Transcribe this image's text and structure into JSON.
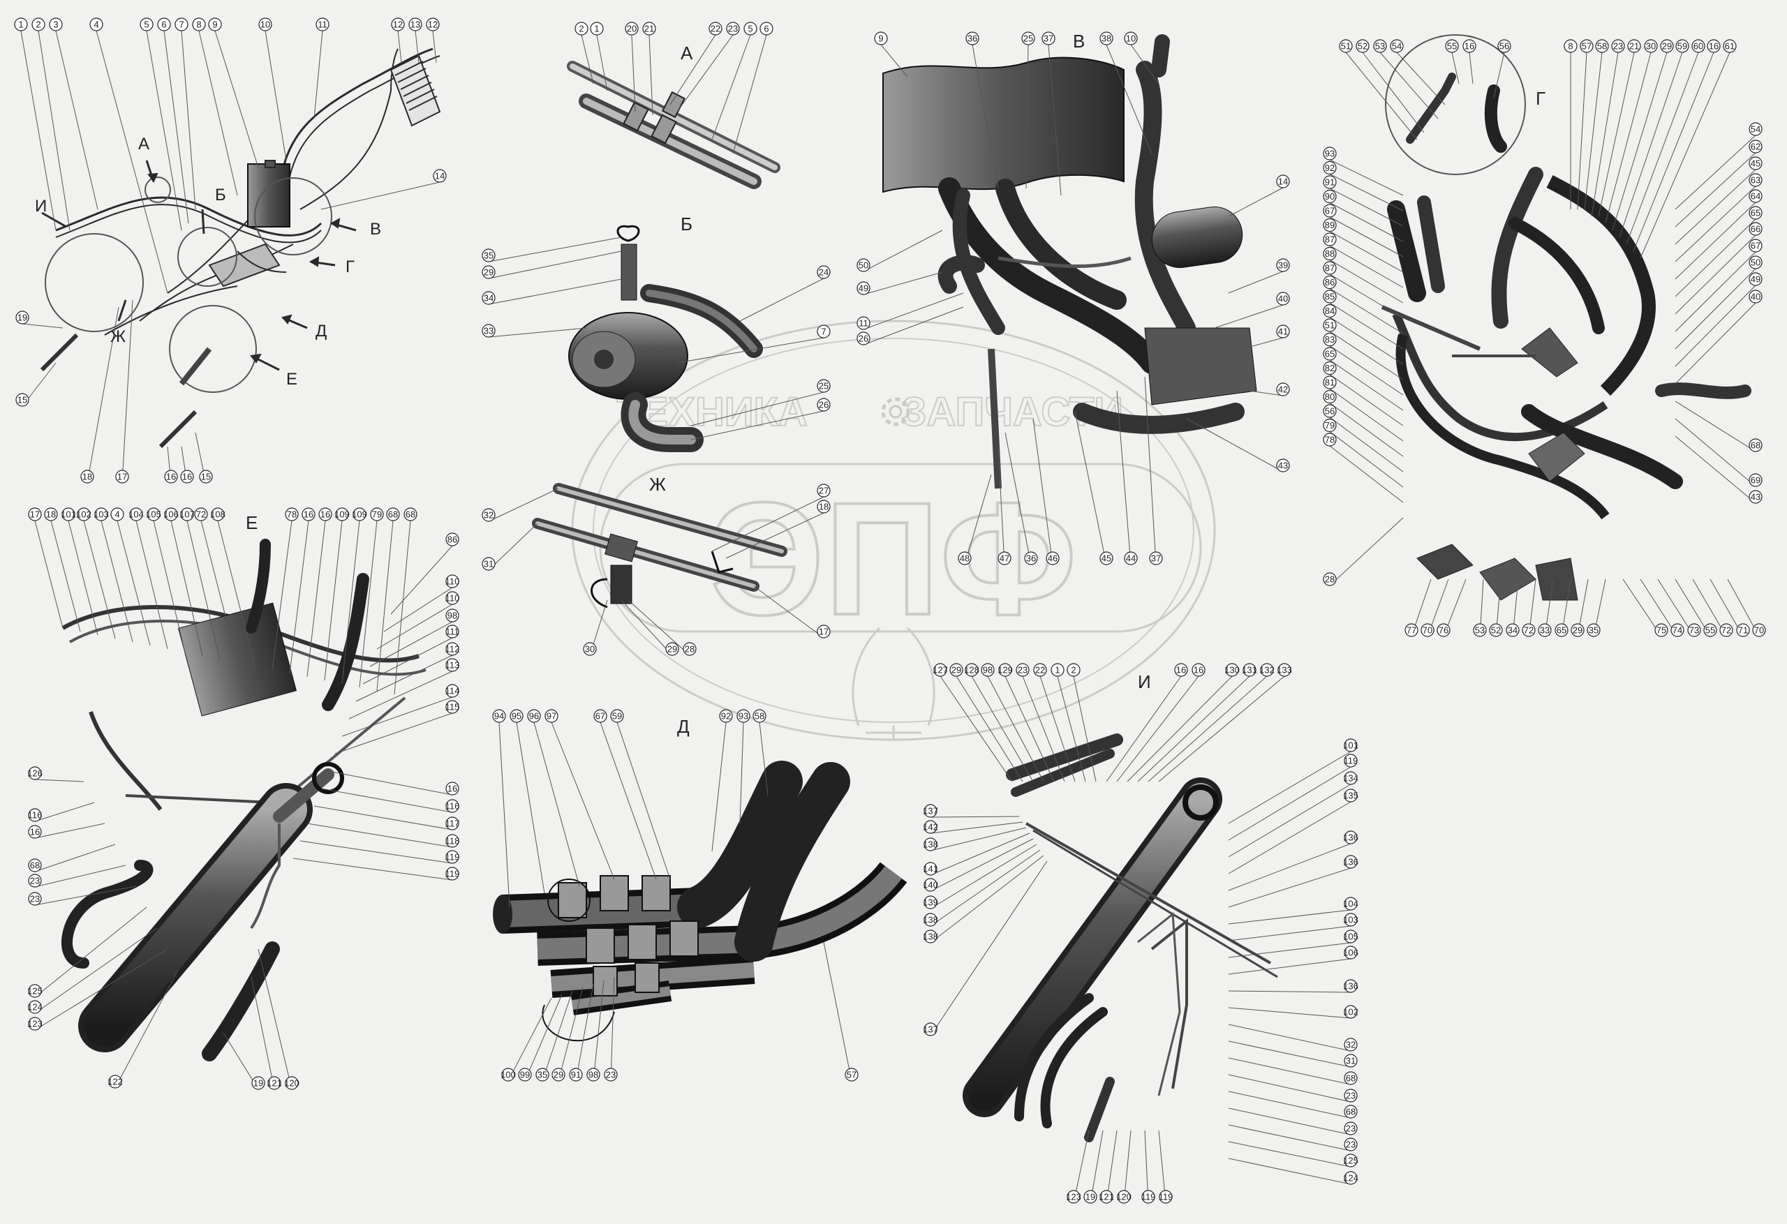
{
  "watermark": {
    "left_text": "ТЕХНИКА",
    "right_text": "ЗАПЧАСТИ",
    "logo": "ЭПФ",
    "logo_icon": "gear-icon",
    "color": "#c5c8c4"
  },
  "section_labels": [
    "А",
    "Б",
    "В",
    "Г",
    "Д",
    "Е",
    "Ж",
    "И"
  ],
  "overview": {
    "top_numbers": [
      "1",
      "2",
      "3",
      "4",
      "5",
      "6",
      "7",
      "8",
      "9",
      "10",
      "11",
      "12",
      "13",
      "12"
    ],
    "side_numbers": [
      "14",
      "19",
      "15",
      "18",
      "17",
      "16",
      "16",
      "15"
    ],
    "pointers": [
      "А",
      "Б",
      "В",
      "Г",
      "Д",
      "Е",
      "И",
      "Ж"
    ]
  },
  "view_a": {
    "numbers": [
      "2",
      "1",
      "20",
      "21",
      "22",
      "23",
      "5",
      "6"
    ]
  },
  "view_b": {
    "numbers": [
      "35",
      "29",
      "34",
      "33",
      "24",
      "7",
      "25",
      "26"
    ]
  },
  "view_v": {
    "numbers": [
      "9",
      "36",
      "25",
      "37",
      "38",
      "10",
      "14",
      "39",
      "40",
      "41",
      "42",
      "43",
      "50",
      "49",
      "11",
      "26",
      "48",
      "47",
      "36",
      "46",
      "45",
      "44",
      "37"
    ]
  },
  "view_g": {
    "top_numbers": [
      "51",
      "52",
      "53",
      "54",
      "55",
      "16",
      "56",
      "8",
      "57",
      "58",
      "23",
      "21",
      "30",
      "29",
      "59",
      "60",
      "16",
      "61"
    ],
    "left_numbers": [
      "93",
      "92",
      "91",
      "90",
      "67",
      "89",
      "87",
      "88",
      "87",
      "86",
      "85",
      "84",
      "51",
      "83",
      "65",
      "82",
      "81",
      "80",
      "56",
      "79",
      "78",
      "28"
    ],
    "right_numbers": [
      "54",
      "62",
      "45",
      "63",
      "64",
      "65",
      "66",
      "67",
      "50",
      "49",
      "40",
      "68",
      "69",
      "43"
    ],
    "bottom_numbers": [
      "77",
      "70",
      "76",
      "53",
      "52",
      "34",
      "72",
      "33",
      "65",
      "29",
      "35",
      "75",
      "74",
      "73",
      "55",
      "72",
      "71",
      "70"
    ]
  },
  "view_zh": {
    "numbers": [
      "27",
      "18",
      "32",
      "31",
      "17",
      "30",
      "29",
      "28"
    ]
  },
  "view_e": {
    "top_numbers": [
      "17",
      "18",
      "101",
      "102",
      "103",
      "4",
      "104",
      "105",
      "106",
      "107",
      "72",
      "108",
      "78",
      "16",
      "16",
      "109",
      "109",
      "79",
      "68",
      "68"
    ],
    "right_numbers": [
      "86",
      "110",
      "110",
      "98",
      "111",
      "112",
      "113",
      "114",
      "115",
      "16",
      "116",
      "117",
      "118",
      "119",
      "119"
    ],
    "left_numbers": [
      "126",
      "116",
      "16",
      "68",
      "23",
      "23",
      "125",
      "124",
      "123",
      "122"
    ],
    "bottom_numbers": [
      "19",
      "121",
      "120"
    ]
  },
  "view_d": {
    "top_numbers": [
      "94",
      "95",
      "96",
      "97",
      "67",
      "59",
      "92",
      "93",
      "58"
    ],
    "bottom_numbers": [
      "100",
      "99",
      "35",
      "29",
      "91",
      "98",
      "23",
      "57"
    ]
  },
  "view_i": {
    "top_numbers": [
      "127",
      "29",
      "128",
      "98",
      "129",
      "23",
      "22",
      "1",
      "2",
      "16",
      "16",
      "130",
      "131",
      "132",
      "133"
    ],
    "left_numbers": [
      "137",
      "142",
      "138",
      "141",
      "140",
      "139",
      "138",
      "138",
      "137"
    ],
    "right_numbers": [
      "101",
      "119",
      "134",
      "135",
      "136",
      "136",
      "104",
      "103",
      "105",
      "106",
      "136",
      "102",
      "32",
      "31",
      "68",
      "23",
      "68",
      "23",
      "23",
      "125",
      "124"
    ],
    "bottom_numbers": [
      "123",
      "19",
      "121",
      "120",
      "119",
      "119"
    ]
  },
  "colors": {
    "background": "#f1f2ef",
    "line": "#2a2a2a",
    "part_dark": "#4a4a4a",
    "part_mid": "#8a8a8a",
    "part_light": "#c9c9c9"
  }
}
